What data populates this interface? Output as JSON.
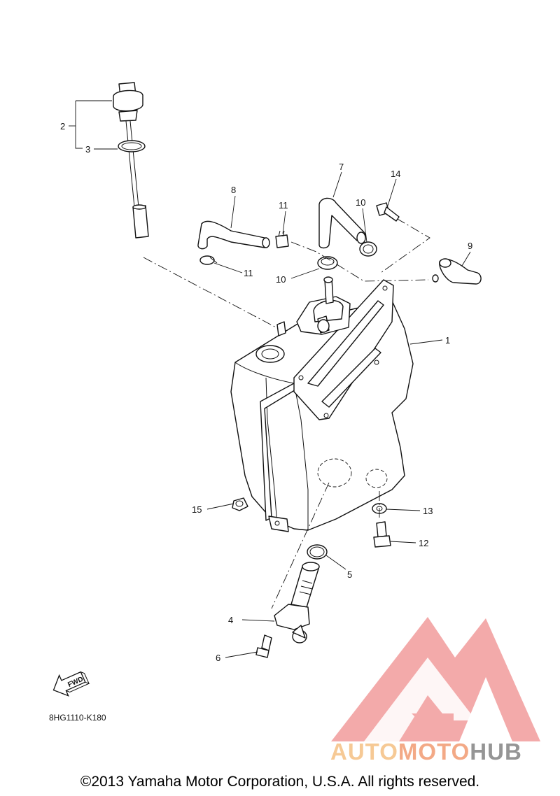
{
  "diagram": {
    "callouts": [
      {
        "id": "c2",
        "text": "2"
      },
      {
        "id": "c3",
        "text": "3"
      },
      {
        "id": "c7",
        "text": "7"
      },
      {
        "id": "c14",
        "text": "14"
      },
      {
        "id": "c8",
        "text": "8"
      },
      {
        "id": "c11a",
        "text": "11"
      },
      {
        "id": "c10a",
        "text": "10"
      },
      {
        "id": "c9",
        "text": "9"
      },
      {
        "id": "c11b",
        "text": "11"
      },
      {
        "id": "c10b",
        "text": "10"
      },
      {
        "id": "c1",
        "text": "1"
      },
      {
        "id": "c15",
        "text": "15"
      },
      {
        "id": "c13",
        "text": "13"
      },
      {
        "id": "c12",
        "text": "12"
      },
      {
        "id": "c5",
        "text": "5"
      },
      {
        "id": "c4",
        "text": "4"
      },
      {
        "id": "c6",
        "text": "6"
      }
    ],
    "fwd_label": "FWD",
    "drawing_code": "8HG1110-K180"
  },
  "watermark": {
    "part1": "AUTO",
    "part2": "MOTO",
    "part3": "HUB",
    "color_part1": "#f6c48a",
    "color_part2": "#f2a07a",
    "color_part3": "#8a8a8a",
    "logo_color": "#ef8e8e"
  },
  "footer": {
    "copyright": "©2013 Yamaha Motor Corporation, U.S.A. All rights reserved."
  }
}
